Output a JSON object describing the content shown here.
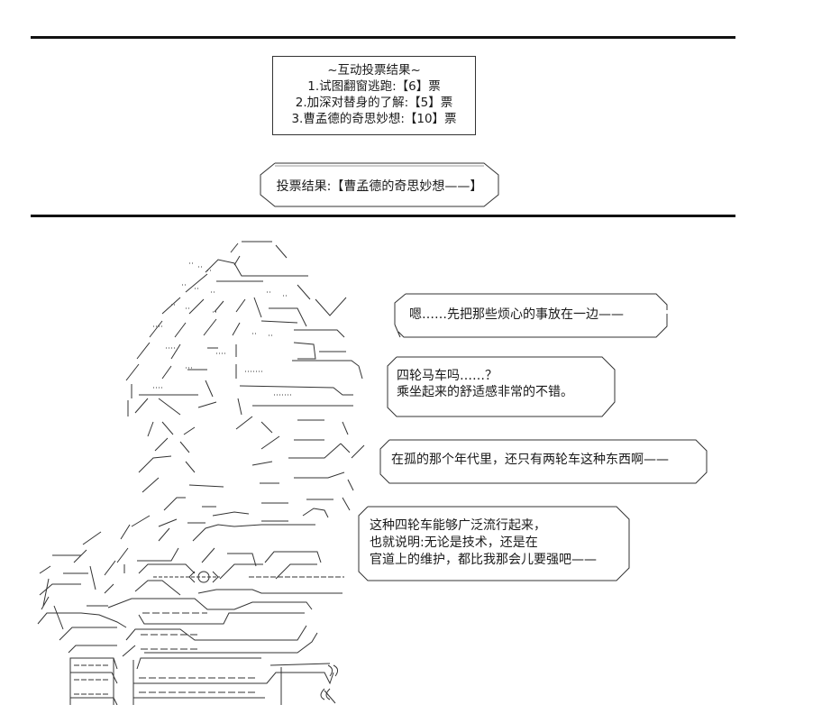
{
  "header_rule": "",
  "vote_panel": {
    "title": "~互动投票结果~",
    "options": [
      "1.试图翻窗逃跑:【6】票",
      "2.加深对替身的了解:【5】票",
      "3.曹孟德的奇思妙想:【10】票"
    ]
  },
  "result_panel": {
    "text": "投票结果:【曹孟德的奇思妙想——】"
  },
  "dialogue": [
    {
      "lines": [
        "嗯……先把那些烦心的事放在一边——"
      ]
    },
    {
      "lines": [
        "四轮马车吗……？",
        "乘坐起来的舒适感非常的不错。"
      ]
    },
    {
      "lines": [
        "在孤的那个年代里，还只有两轮车这种东西啊——"
      ]
    },
    {
      "lines": [
        "这种四轮车能够广泛流行起来，",
        "也就说明:无论是技术，还是在",
        "官道上的维护，都比我那会儿要强吧——"
      ]
    }
  ],
  "colors": {
    "ink": "#1a1a1a",
    "background": "#ffffff"
  }
}
